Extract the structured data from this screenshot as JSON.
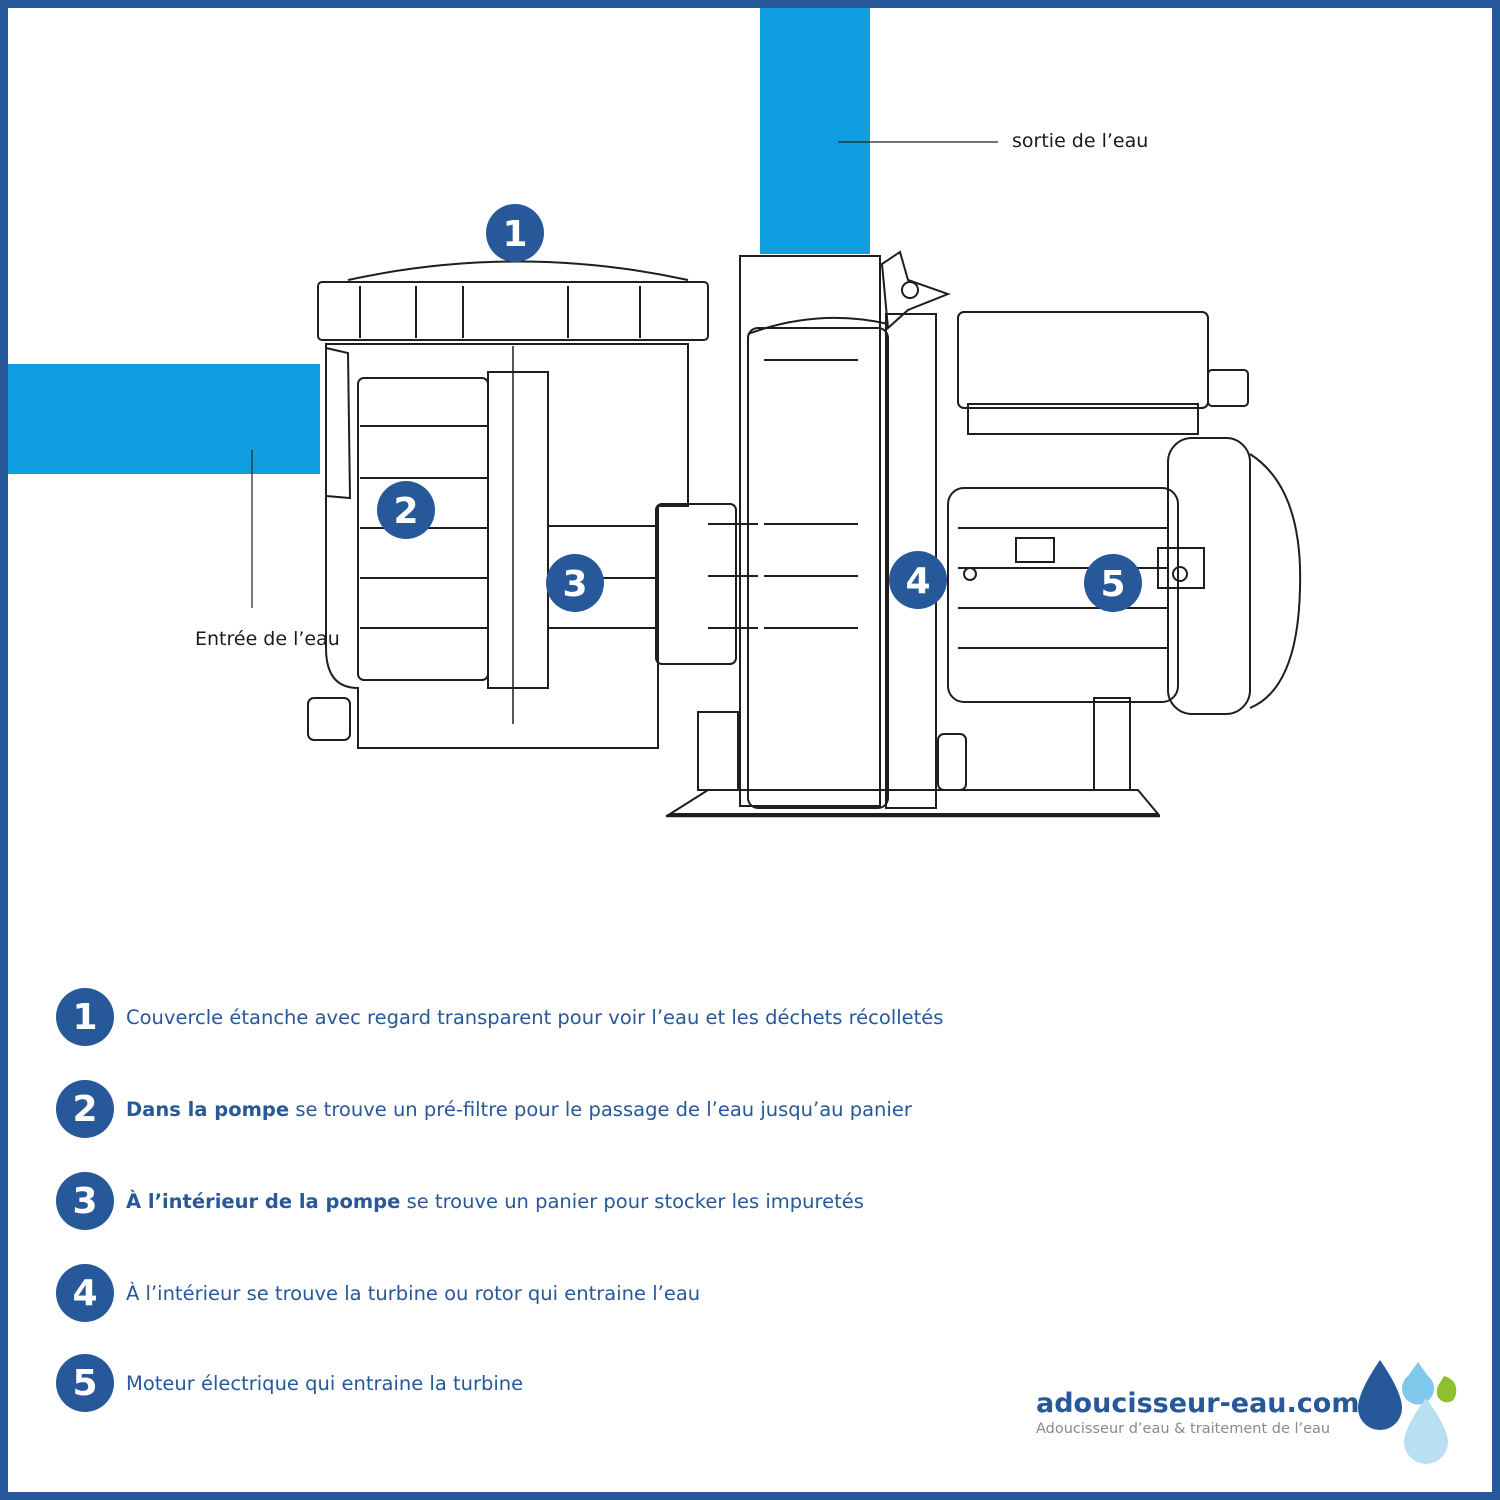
{
  "callouts": {
    "outlet": "sortie de l’eau",
    "inlet": "Entrée de l’eau"
  },
  "badges": [
    "1",
    "2",
    "3",
    "4",
    "5"
  ],
  "legend": [
    {
      "number": "1",
      "bold": "",
      "text": "Couvercle étanche avec regard transparent pour voir l’eau et les déchets récolletés"
    },
    {
      "number": "2",
      "bold": "Dans la pompe",
      "text": " se trouve un pré-filtre pour le passage de l’eau jusqu’au panier"
    },
    {
      "number": "3",
      "bold": "À l’intérieur de la pompe",
      "text": " se trouve un panier pour stocker les impuretés"
    },
    {
      "number": "4",
      "bold": "",
      "text": "À l’intérieur se trouve la turbine ou rotor qui entraine l’eau"
    },
    {
      "number": "5",
      "bold": "",
      "text": "Moteur électrique qui entraine la turbine"
    }
  ],
  "brand": {
    "name": "adoucisseur-eau.com",
    "tagline": "Adoucisseur d’eau & traitement de l’eau"
  },
  "colors": {
    "frame": "#27589a",
    "pipe": "#0f9ee0",
    "badge": "#27589a",
    "drop_dark": "#27589a",
    "drop_light": "#7fc8ec",
    "drop_pale": "#b9e0f2",
    "drop_green": "#8dbf2e"
  }
}
